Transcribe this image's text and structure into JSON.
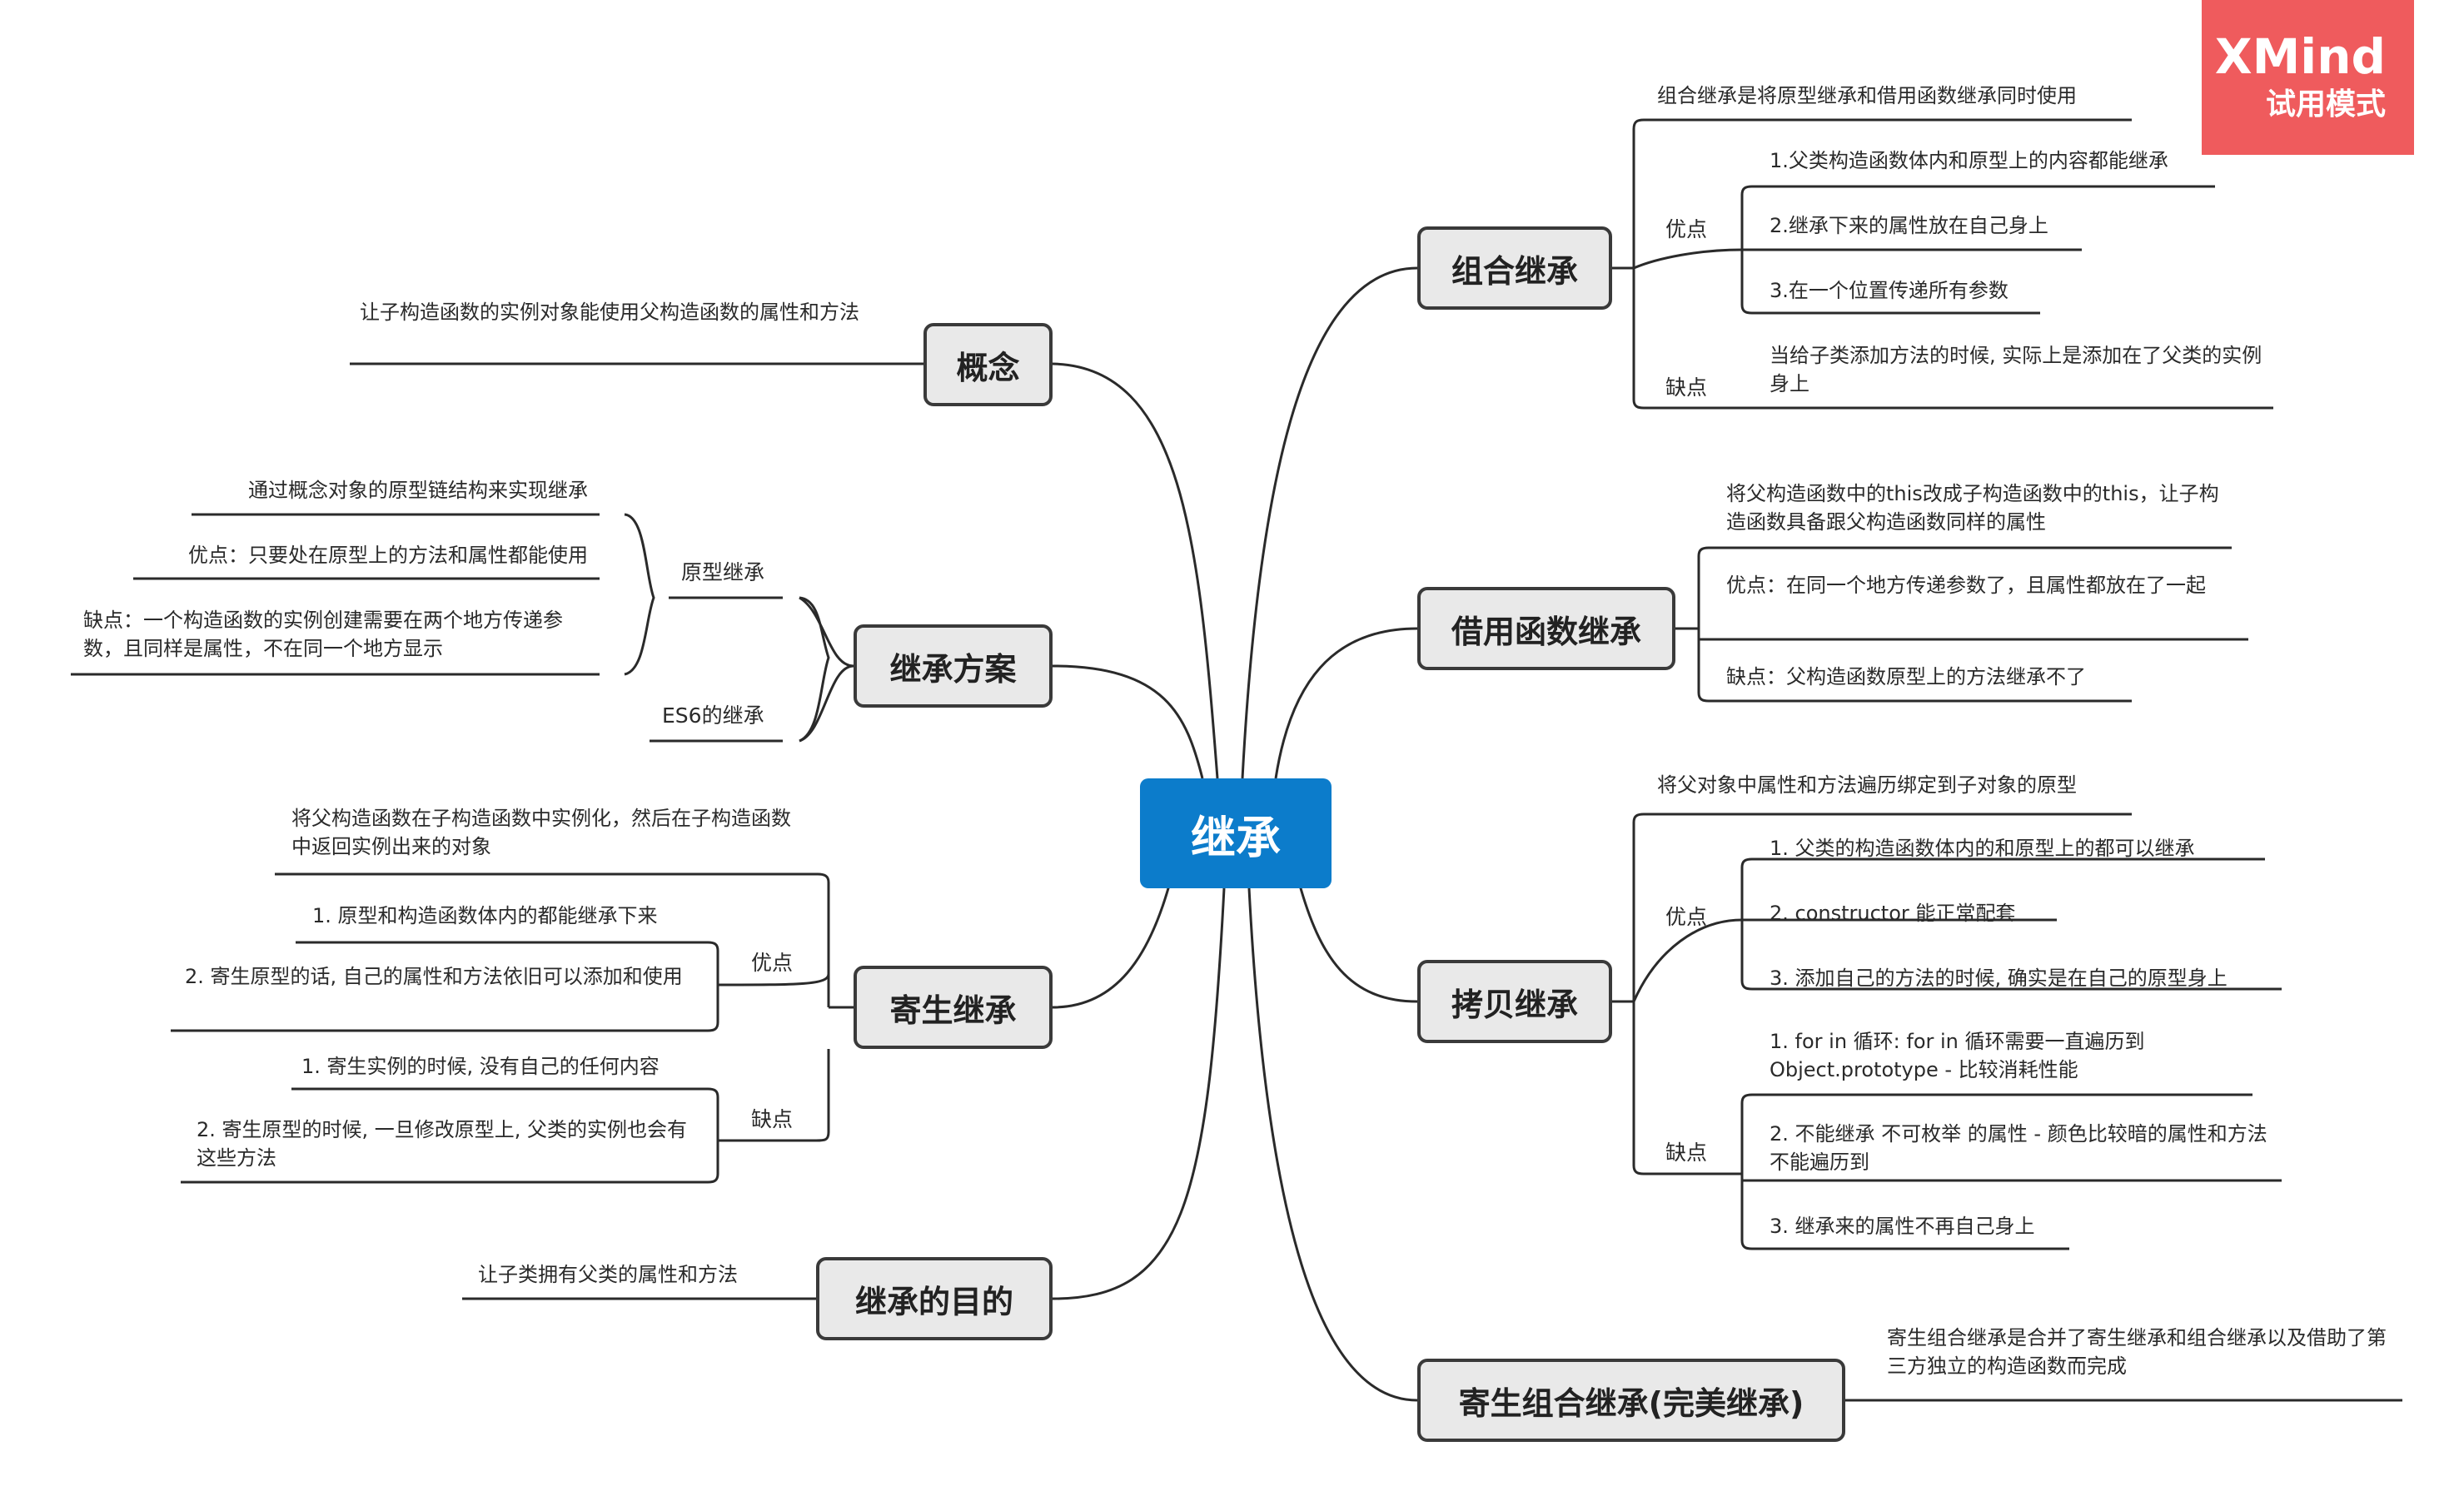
{
  "watermark": {
    "brand": "XMind",
    "mode": "试用模式"
  },
  "center": "继承",
  "left": {
    "concept": {
      "title": "概念",
      "text": "让子构造函数的实例对象能使用父构造函数的属性和方法"
    },
    "scheme": {
      "title": "继承方案",
      "proto": {
        "label": "原型继承",
        "items": [
          "通过概念对象的原型链结构来实现继承",
          "优点：只要处在原型上的方法和属性都能使用",
          "缺点：一个构造函数的实例创建需要在两个地方传递参数，且同样是属性，不在同一个地方显示"
        ]
      },
      "es6": {
        "label": "ES6的继承"
      }
    },
    "parasitic": {
      "title": "寄生继承",
      "desc": "将父构造函数在子构造函数中实例化，然后在子构造函数中返回实例出来的对象",
      "pros_label": "优点",
      "pros": [
        "1. 原型和构造函数体内的都能继承下来",
        "2. 寄生原型的话, 自己的属性和方法依旧可以添加和使用"
      ],
      "cons_label": "缺点",
      "cons": [
        "1. 寄生实例的时候, 没有自己的任何内容",
        "2. 寄生原型的时候, 一旦修改原型上, 父类的实例也会有这些方法"
      ]
    },
    "purpose": {
      "title": "继承的目的",
      "text": "让子类拥有父类的属性和方法"
    }
  },
  "right": {
    "combo": {
      "title": "组合继承",
      "desc": "组合继承是将原型继承和借用函数继承同时使用",
      "pros_label": "优点",
      "pros": [
        "1.父类构造函数体内和原型上的内容都能继承",
        "2.继承下来的属性放在自己身上",
        "3.在一个位置传递所有参数"
      ],
      "cons_label": "缺点",
      "cons": "当给子类添加方法的时候, 实际上是添加在了父类的实例身上"
    },
    "borrow": {
      "title": "借用函数继承",
      "items": [
        "将父构造函数中的this改成子构造函数中的this，让子构造函数具备跟父构造函数同样的属性",
        "优点：在同一个地方传递参数了，且属性都放在了一起",
        "缺点：父构造函数原型上的方法继承不了"
      ]
    },
    "copy": {
      "title": "拷贝继承",
      "desc": "将父对象中属性和方法遍历绑定到子对象的原型",
      "pros_label": "优点",
      "pros": [
        "1. 父类的构造函数体内的和原型上的都可以继承",
        "2. constructor 能正常配套",
        "3. 添加自己的方法的时候, 确实是在自己的原型身上"
      ],
      "cons_label": "缺点",
      "cons": [
        "1. for in 循环: for in 循环需要一直遍历到 Object.prototype - 比较消耗性能",
        "2. 不能继承 不可枚举 的属性 - 颜色比较暗的属性和方法不能遍历到",
        "3. 继承来的属性不再自己身上"
      ]
    },
    "perfect": {
      "title": "寄生组合继承(完美继承)",
      "text": "寄生组合继承是合并了寄生继承和组合继承以及借助了第三方独立的构造函数而完成"
    }
  }
}
